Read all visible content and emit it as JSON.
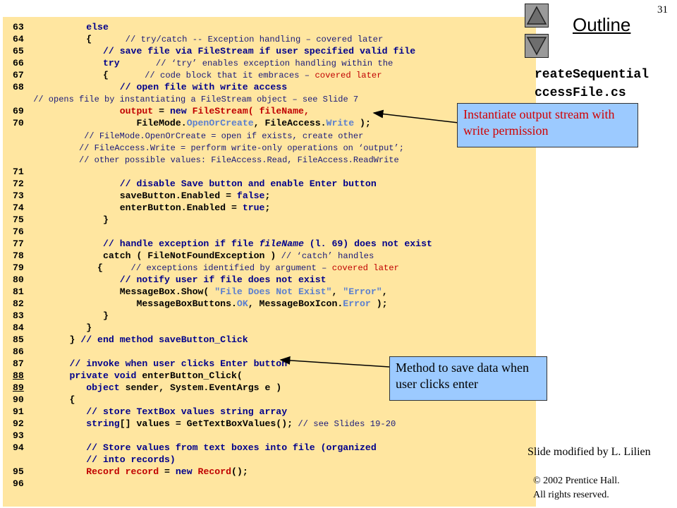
{
  "slide_number": "31",
  "outline": {
    "title": "Outline"
  },
  "file_name": [
    "reateSequential",
    "ccessFile.cs"
  ],
  "callouts": {
    "output": "Instantiate output stream with write permission",
    "method": "Method to save data when user clicks enter"
  },
  "slide_credit": "Slide modified by L. Lilien",
  "copyright": [
    "© 2002 Prentice Hall.",
    "All rights reserved."
  ],
  "colors": {
    "panel": "#ffe6a0",
    "callout": "#9ccaff",
    "keyword": "#00008b",
    "red": "#c00000"
  },
  "code": {
    "l63n": "63",
    "l63t": "         else",
    "l64n": "64",
    "l64t": "         {      ",
    "l64c": "// try/catch -- Exception handling – covered later",
    "l65n": "65",
    "l65t": "            // save file via FileStream if user specified valid file",
    "l66n": "66",
    "l66t": "            try",
    "l66c": "       // ‘try’ enables exception handling within the",
    "l67n": "67",
    "l67t": "            {",
    "l67c": "       // code block that it embraces – ",
    "l67r": "covered later",
    "l68n": "68",
    "l68t": "               // open file with write access",
    "l68b": "      // opens file by instantiating a FileStream object – see Slide 7",
    "l69n": "69",
    "l69a": "               ",
    "l69b": "output",
    "l69c": " = ",
    "l69d": "new",
    "l69e": " FileStream( fileName,",
    "l70n": "70",
    "l70a": "                  FileMode.",
    "l70b": "OpenOrCreate",
    "l70c": ", FileAccess.",
    "l70d": "Write",
    "l70e": " );",
    "l70x1": "                // FileMode.OpenOrCreate = open if exists, create other",
    "l70x2": "               // FileAccess.Write = perform write-only operations on ‘output’;",
    "l70x3": "               // other possible values: FileAccess.Read, FileAccess.ReadWrite",
    "l71n": "71",
    "l72n": "72",
    "l72t": "               // disable Save button and enable Enter button",
    "l73n": "73",
    "l73a": "               saveButton.Enabled = ",
    "l73b": "false",
    "l73c": ";",
    "l74n": "74",
    "l74a": "               enterButton.Enabled = ",
    "l74b": "true",
    "l74c": ";",
    "l75n": "75",
    "l75t": "            }",
    "l76n": "76",
    "l77n": "77",
    "l77a": "            // handle exception if file ",
    "l77b": "fileName",
    "l77c": " (l. 69) does not exist",
    "l78n": "78",
    "l78a": "            catch ( FileNotFoundException )",
    "l78c": " // ‘catch’ handles",
    "l79n": "79",
    "l79a": "           {     ",
    "l79c": "// exceptions identified by argument – ",
    "l79r": "covered later",
    "l80n": "80",
    "l80t": "               // notify user if file does not exist",
    "l81n": "81",
    "l81a": "               MessageBox.Show( ",
    "l81b": "\"File Does Not Exist\"",
    "l81c": ", ",
    "l81d": "\"Error\"",
    "l81e": ",",
    "l82n": "82",
    "l82a": "                  MessageBoxButtons.",
    "l82b": "OK",
    "l82c": ", MessageBoxIcon.",
    "l82d": "Error",
    "l82e": " );",
    "l83n": "83",
    "l83t": "            }",
    "l84n": "84",
    "l84t": "         }",
    "l85n": "85",
    "l85a": "      } ",
    "l85b": "// end method saveButton_Click",
    "l86n": "86",
    "l87n": "87",
    "l87t": "      // invoke when user clicks Enter button",
    "l88n": "88",
    "l88a": "      ",
    "l88b": "private",
    "l88c": " ",
    "l88d": "void",
    "l88e": " enterButton_Click(",
    "l89n": "89",
    "l89a": "         ",
    "l89b": "object",
    "l89c": " sender, System.EventArgs e )",
    "l90n": "90",
    "l90t": "      {",
    "l91n": "91",
    "l91t": "         // store TextBox values string array",
    "l92n": "92",
    "l92a": "         ",
    "l92b": "string",
    "l92c": "[] values = GetTextBoxValues();",
    "l92d": " // see Slides 19-20",
    "l93n": "93",
    "l94n": "94",
    "l94t": "         // Store values from text boxes into file (organized",
    "l94b": "         // into records)",
    "l95n": "95",
    "l95a": "         ",
    "l95b": "Record record",
    "l95c": " = ",
    "l95d": "new",
    "l95e": " ",
    "l95f": "Record",
    "l95g": "();",
    "l96n": "96"
  }
}
